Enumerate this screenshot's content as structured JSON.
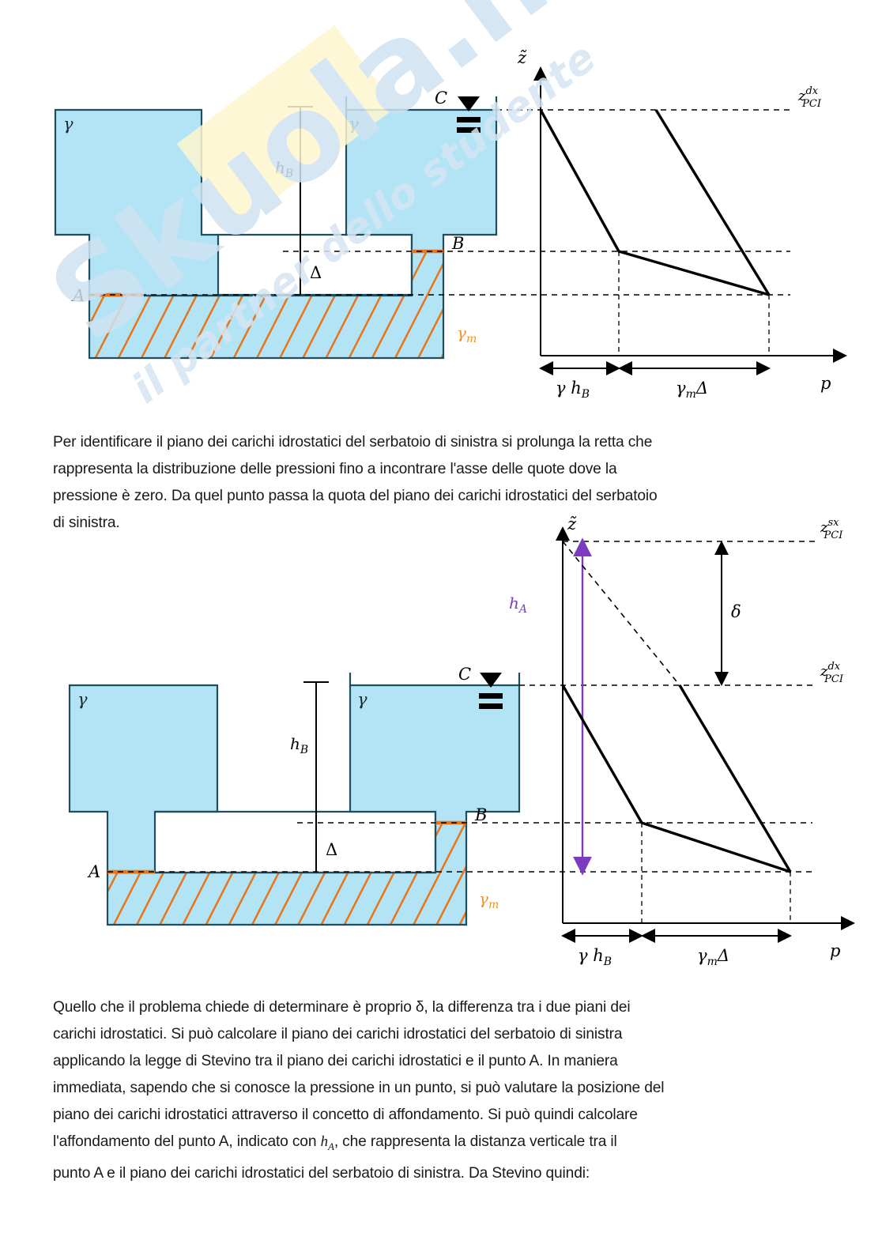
{
  "document": {
    "language": "it",
    "watermark": {
      "brand": "Skuola.net",
      "tagline": "il partner dello studente",
      "brand_color": "#cfe3f2",
      "tagline_color": "#cfe3f2",
      "badge_color": "#fdf6d0"
    }
  },
  "colors": {
    "water_fill": "#b3e4f5",
    "tank_stroke": "#1f4e5f",
    "mercury_hatch": "#e8751a",
    "mercury_label": "#f0922b",
    "ha_arrow": "#7d3cc0",
    "line_black": "#000000",
    "text": "#1a1a1a"
  },
  "figure1": {
    "name": "pressure-distribution-figure-1",
    "tank": {
      "gamma_left_label": "γ",
      "gamma_right_label": "γ",
      "gamma_m_label": "γm",
      "point_a_label": "A",
      "point_b_label": "B",
      "point_c_label": "C",
      "h_b_label": "hB",
      "delta_label": "Δ",
      "free_surface_symbol": "water-surface-triangle"
    },
    "diagram": {
      "y_axis_label": "z̃",
      "x_axis_label": "p",
      "z_pci_dx_label": "zPCIdx",
      "dim_gamma_hb": "γ hB",
      "dim_gamma_m_delta": "γm Δ"
    }
  },
  "paragraph1": {
    "name": "paragraph-pci-sinistra",
    "lines": [
      "Per identificare il piano dei carichi idrostatici del serbatoio di sinistra si prolunga la retta che",
      "rappresenta la distribuzione delle pressioni fino a incontrare l'asse delle quote dove la",
      "pressione è zero. Da quel punto passa la quota del piano dei carichi idrostatici del serbatoio",
      "di sinistra."
    ]
  },
  "figure2": {
    "name": "pressure-distribution-figure-2",
    "tank": {
      "gamma_left_label": "γ",
      "gamma_right_label": "γ",
      "gamma_m_label": "γm",
      "point_a_label": "A",
      "point_b_label": "B",
      "point_c_label": "C",
      "h_b_label": "hB",
      "delta_label": "Δ",
      "free_surface_symbol": "water-surface-triangle"
    },
    "diagram": {
      "y_axis_label": "z̃",
      "x_axis_label": "p",
      "z_pci_sx_label": "zPCIsx",
      "z_pci_dx_label": "zPCIdx",
      "delta_diff_label": "δ",
      "h_a_label": "hA",
      "dim_gamma_hb": "γ hB",
      "dim_gamma_m_delta": "γm Δ"
    }
  },
  "paragraph2": {
    "name": "paragraph-stevino",
    "lines": [
      "Quello che il problema chiede di determinare è proprio δ, la differenza tra i due piani dei",
      "carichi idrostatici. Si può calcolare il piano dei carichi idrostatici del serbatoio di sinistra",
      "applicando la legge di Stevino tra il piano dei carichi idrostatici e il punto A. In maniera",
      "immediata, sapendo che si conosce la pressione in un punto, si può valutare la posizione del",
      "piano dei carichi idrostatici attraverso il concetto di affondamento. Si può quindi calcolare",
      "l'affondamento del punto A, indicato con hA, che rappresenta la distanza verticale tra il",
      "punto A e il piano dei carichi idrostatici del serbatoio di sinistra. Da Stevino quindi:"
    ]
  }
}
